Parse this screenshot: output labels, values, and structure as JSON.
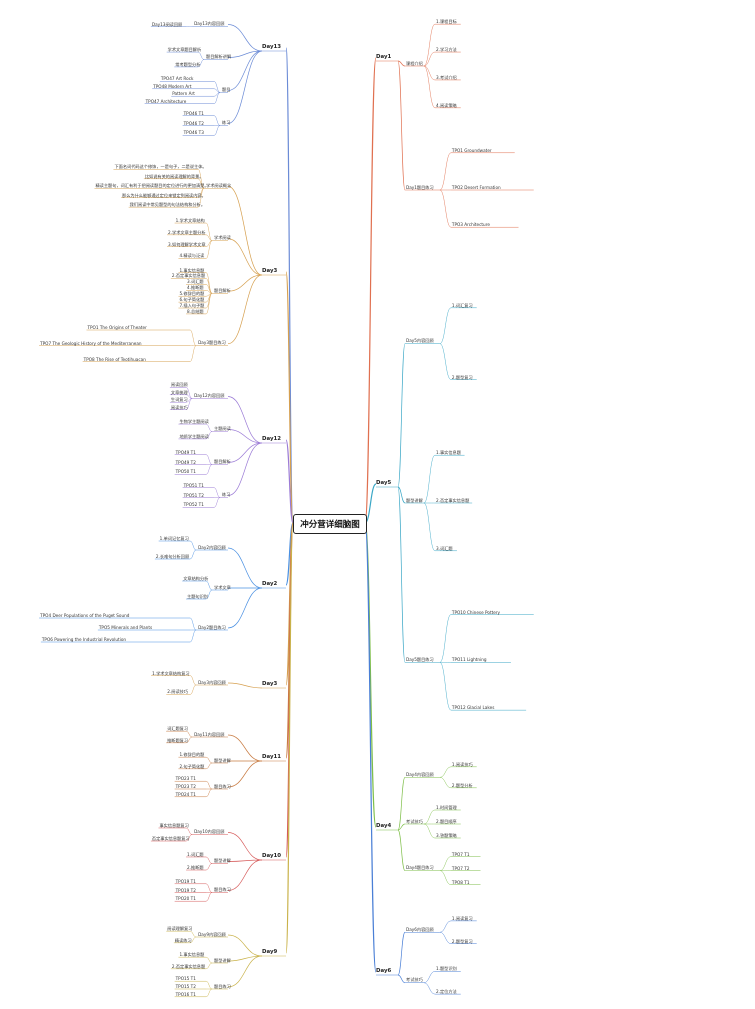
{
  "root": {
    "title": "冲分营详细脑图"
  },
  "colors": {
    "day13": "#6b8bd6",
    "day12": "#9b7bd6",
    "day2": "#4a90e2",
    "day3": "#d6a050",
    "day11": "#c87b42",
    "day10": "#d65a5a",
    "day9": "#c9b24a",
    "day1": "#e07050",
    "day5": "#3aa7c6",
    "day4": "#7fbf4a",
    "day6": "#4a7fd6"
  },
  "days": {
    "day13": {
      "label": "Day13",
      "groups": [
        {
          "label": "Day13内容回顾",
          "items": [
            "Day13阅读回顾"
          ]
        },
        {
          "label": "题目解析讲解",
          "items": [
            "学术文章题目解析",
            "常考题型分析"
          ]
        },
        {
          "label": "题目",
          "items": [
            "TPO47 Art Rock",
            "TPO48 Modern Art",
            "Pattern Art",
            "TPO47 Architecture"
          ]
        },
        {
          "label": "练习",
          "items": [
            "TPO46 T1",
            "TPO46 T2",
            "TPO46 T3"
          ]
        }
      ]
    },
    "day3": {
      "label": "Day3",
      "groups": [
        {
          "label": "学术阅读概念",
          "notes": [
            "下面名词代码这个修饰，一是句子，二是说主体。",
            "比如说有关的阅读理解的背景。",
            "精读主题句，词汇有利于把阅读题目的定位进行的更加清楚。",
            "那么为什么能够通过定位来锁定到阅读内容。",
            "我们阅读中常见题型的句法结构和分析。"
          ]
        },
        {
          "label": "学术阅读",
          "items": [
            "1.学术文章结构",
            "2.学术文章主题分析",
            "3.如何理解学术文章",
            "4.精读与泛读"
          ]
        },
        {
          "label": "题目解析",
          "items": [
            "1.事实信息题",
            "2.否定事实信息题",
            "3.词汇题",
            "4.推断题",
            "5.修辞目的题",
            "6.句子简化题",
            "7.插入句子题",
            "8.总结题"
          ]
        },
        {
          "label": "Day3题目练习",
          "items": [
            "TPO1 The Origins of Theater",
            "TPO7 The Geologic History of the Mediterranean",
            "TPO8 The Rise of Teotihuacan"
          ]
        }
      ]
    },
    "day12": {
      "label": "Day12",
      "groups": [
        {
          "label": "Day12内容回顾",
          "items": [
            "阅读回顾",
            "文章梳理",
            "生词复习",
            "阅读技巧"
          ]
        },
        {
          "label": "主题阅读",
          "items": [
            "生物学主题阅读",
            "地质学主题阅读"
          ]
        },
        {
          "label": "题目解析",
          "items": [
            "TPO49 T1",
            "TPO49 T2",
            "TPO50 T1"
          ]
        },
        {
          "label": "练习",
          "items": [
            "TPO51 T1",
            "TPO51 T2",
            "TPO52 T1"
          ]
        }
      ]
    },
    "day2": {
      "label": "Day2",
      "groups": [
        {
          "label": "Day2内容回顾",
          "items": [
            "1.单词记忆复习",
            "2.长难句分析回顾"
          ]
        },
        {
          "label": "学术文章",
          "items": [
            "文章结构分析",
            "主题句识别"
          ]
        },
        {
          "label": "Day2题目练习",
          "items": [
            "TPO4 Deer Populations of the Puget Sound",
            "TPO5 Minerals and Plants",
            "TPO6 Powering the Industrial Revolution"
          ]
        }
      ]
    },
    "day3b": {
      "label": "Day3",
      "groups": [
        {
          "label": "Day3内容回顾",
          "items": [
            "1.学术文章结构复习",
            "2.阅读技巧"
          ]
        }
      ]
    },
    "day11": {
      "label": "Day11",
      "groups": [
        {
          "label": "Day11内容回顾",
          "items": [
            "词汇题复习",
            "推断题复习"
          ]
        },
        {
          "label": "题型讲解",
          "items": [
            "1.修辞目的题",
            "2.句子简化题"
          ]
        },
        {
          "label": "题目练习",
          "items": [
            "TPO23 T1",
            "TPO23 T2",
            "TPO24 T1"
          ]
        }
      ]
    },
    "day10": {
      "label": "Day10",
      "groups": [
        {
          "label": "Day10内容回顾",
          "items": [
            "事实信息题复习",
            "否定事实信息题复习"
          ]
        },
        {
          "label": "题型讲解",
          "items": [
            "1.词汇题",
            "2.推断题"
          ]
        },
        {
          "label": "题目练习",
          "items": [
            "TPO19 T1",
            "TPO19 T2",
            "TPO20 T1"
          ]
        }
      ]
    },
    "day9": {
      "label": "Day9",
      "groups": [
        {
          "label": "Day9内容回顾",
          "items": [
            "阅读理解复习",
            "精读练习"
          ]
        },
        {
          "label": "题型讲解",
          "items": [
            "1.事实信息题",
            "2.否定事实信息题"
          ]
        },
        {
          "label": "题目练习",
          "items": [
            "TPO15 T1",
            "TPO15 T2",
            "TPO16 T1"
          ]
        }
      ]
    },
    "day1": {
      "label": "Day1",
      "groups": [
        {
          "label": "课程介绍",
          "items": [
            "1.课程目标",
            "2.学习方法",
            "3.考试介绍",
            "4.阅读策略"
          ]
        },
        {
          "label": "Day1题目练习",
          "items": [
            "TPO1 Groundwater",
            "TPO2 Desert Formation",
            "TPO3 Architecture"
          ]
        }
      ]
    },
    "day5": {
      "label": "Day5",
      "groups": [
        {
          "label": "Day5内容回顾",
          "items": [
            "1.词汇复习",
            "2.题型复习"
          ]
        },
        {
          "label": "题型讲解",
          "items": [
            "1.事实信息题",
            "2.否定事实信息题",
            "3.词汇题"
          ]
        },
        {
          "label": "Day5题目练习",
          "items": [
            "TPO10 Chinese Pottery",
            "TPO11 Lightning",
            "TPO12 Glacial Lakes"
          ]
        }
      ]
    },
    "day4": {
      "label": "Day4",
      "groups": [
        {
          "label": "Day4内容回顾",
          "items": [
            "1.阅读技巧",
            "2.题型分析"
          ]
        },
        {
          "label": "考试技巧",
          "items": [
            "1.时间管理",
            "2.题目顺序",
            "3.答题策略"
          ]
        },
        {
          "label": "Day4题目练习",
          "items": [
            "TPO7 T1",
            "TPO7 T2",
            "TPO8 T1"
          ]
        }
      ]
    },
    "day6": {
      "label": "Day6",
      "groups": [
        {
          "label": "Day6内容回顾",
          "items": [
            "1.阅读复习",
            "2.题型复习"
          ]
        },
        {
          "label": "考试技巧",
          "items": [
            "1.题型识别",
            "2.定位方法"
          ]
        }
      ]
    }
  }
}
